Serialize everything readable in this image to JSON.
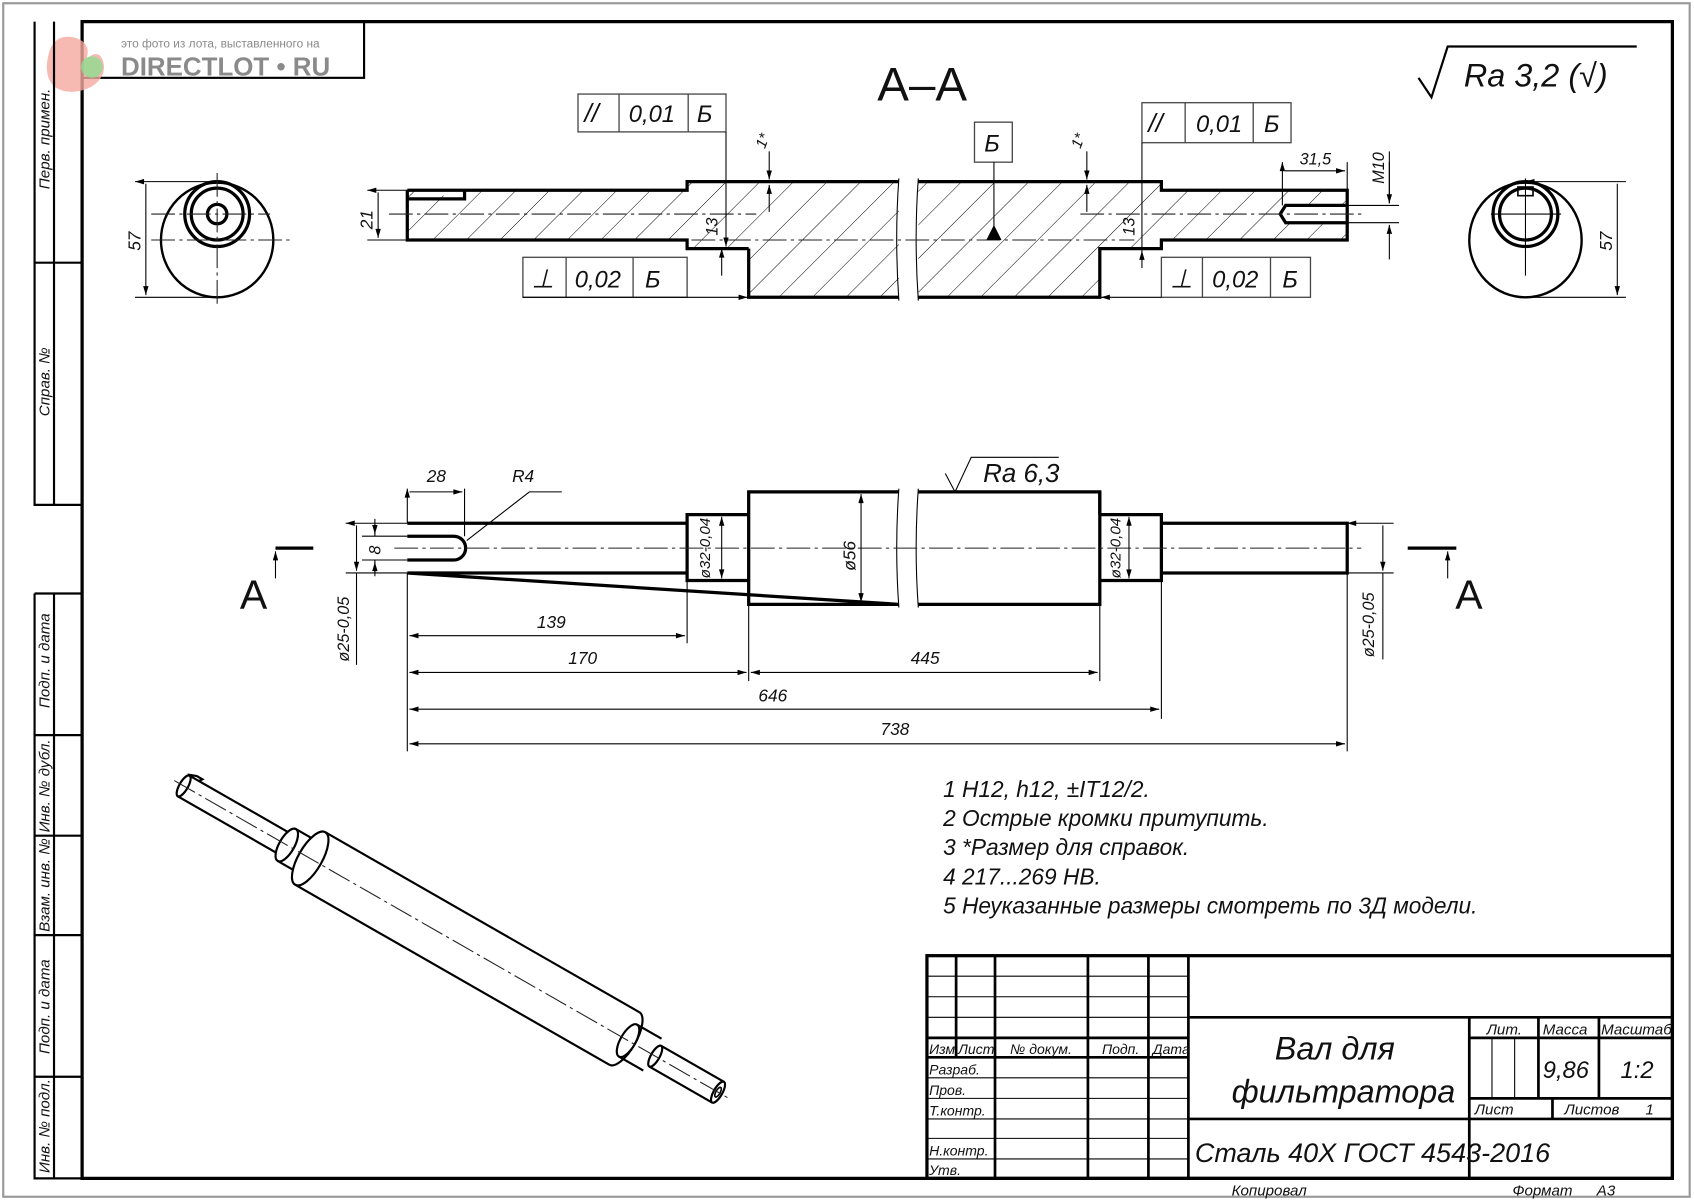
{
  "watermark": {
    "caption": "это фото из лота, выставленного на",
    "brand": "DIRECTLOT • RU"
  },
  "side_strip": {
    "perv_primen": "Перв. примен.",
    "sprav_no": "Справ. №",
    "podp_data_1": "Подп. и дата",
    "inv_dubl": "Инв. № дубл.",
    "vzam_inv": "Взам. инв. №",
    "podp_data_2": "Подп. и дата",
    "inv_podl": "Инв. № подл."
  },
  "section": {
    "title": "А–А",
    "roughness_general": "Ra 3,2 (√)",
    "tol_parallel_left": {
      "symbol": "//",
      "value": "0,01",
      "datum": "Б"
    },
    "tol_parallel_right": {
      "symbol": "//",
      "value": "0,01",
      "datum": "Б"
    },
    "tol_perp_left": {
      "symbol": "⊥",
      "value": "0,02",
      "datum": "Б"
    },
    "tol_perp_right": {
      "symbol": "⊥",
      "value": "0,02",
      "datum": "Б"
    },
    "datum": "Б",
    "dim_21": "21",
    "dim_13_left": "13",
    "dim_13_right": "13",
    "dim_1_left": "1*",
    "dim_1_right": "1*",
    "dim_31_5": "31,5",
    "dim_m10": "M10",
    "dim_57_left": "57",
    "dim_57_right": "57"
  },
  "main_view": {
    "section_mark": "А",
    "dim_28": "28",
    "dim_r4": "R4",
    "dim_8": "8",
    "dim_d25_left": "ø25-0,05",
    "dim_d32_left": "ø32-0,04",
    "dim_d56": "ø56",
    "dim_d32_right": "ø32-0,04",
    "dim_d25_right": "ø25-0,05",
    "roughness": "Ra 6,3",
    "dim_139": "139",
    "dim_170": "170",
    "dim_445": "445",
    "dim_646": "646",
    "dim_738": "738"
  },
  "notes": [
    "1 H12, h12, ±IT12/2.",
    "2 Острые кромки притупить.",
    "3  *Размер для справок.",
    "4  217...269 HB.",
    "5 Неуказанные размеры смотреть по 3Д модели."
  ],
  "title_block": {
    "izm": "Изм.",
    "list": "Лист",
    "n_dokum": "№ докум.",
    "podp": "Подп.",
    "data": "Дата",
    "razrab": "Разраб.",
    "prov": "Пров.",
    "t_kontr": "Т.контр.",
    "n_kontr": "Н.контр.",
    "utv": "Утв.",
    "name_line1": "Вал для",
    "name_line2": "фильтратора",
    "material": "Сталь 40Х  ГОСТ 4543-2016",
    "lit": "Лит.",
    "massa": "Масса",
    "masshtab": "Масштаб",
    "mass_value": "9,86",
    "scale_value": "1:2",
    "sheet": "Лист",
    "sheets": "Листов",
    "sheets_value": "1",
    "kopiroval": "Копировал",
    "format": "Формат",
    "format_value": "А3"
  }
}
